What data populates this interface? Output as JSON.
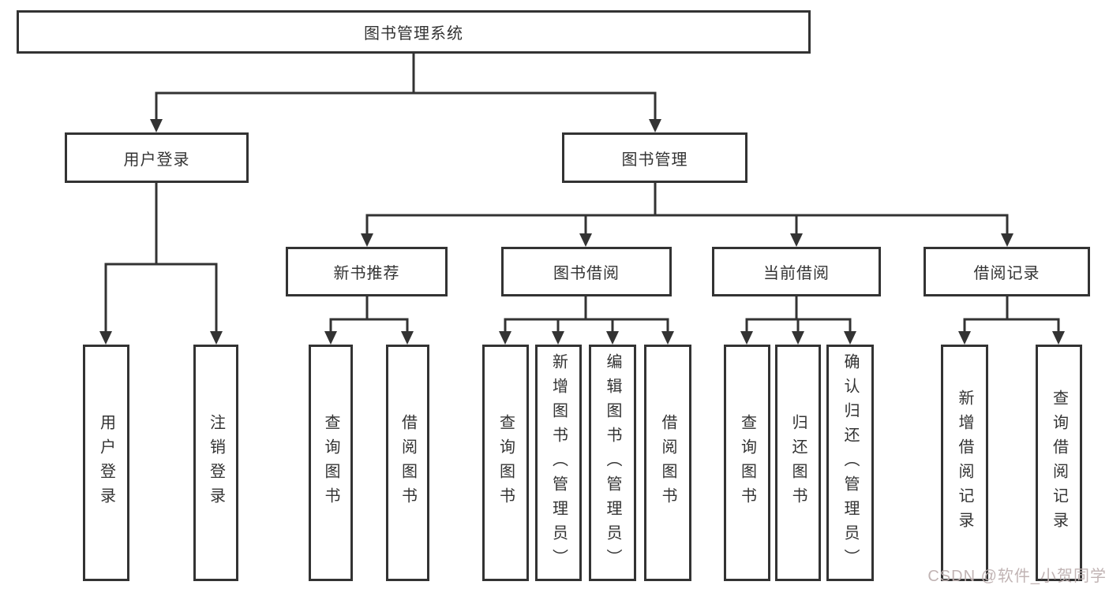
{
  "tree": {
    "root": {
      "label": "图书管理系统"
    },
    "branches": [
      {
        "label": "用户登录",
        "children": [
          {
            "label": "用户登录"
          },
          {
            "label": "注销登录"
          }
        ]
      },
      {
        "label": "图书管理",
        "children": [
          {
            "label": "新书推荐",
            "children": [
              {
                "label": "查询图书"
              },
              {
                "label": "借阅图书"
              }
            ]
          },
          {
            "label": "图书借阅",
            "children": [
              {
                "label": "查询图书"
              },
              {
                "label": "新增图书（管理员）"
              },
              {
                "label": "编辑图书（管理员）"
              },
              {
                "label": "借阅图书"
              }
            ]
          },
          {
            "label": "当前借阅",
            "children": [
              {
                "label": "查询图书"
              },
              {
                "label": "归还图书"
              },
              {
                "label": "确认归还（管理员）"
              }
            ]
          },
          {
            "label": "借阅记录",
            "children": [
              {
                "label": "新增借阅记录"
              },
              {
                "label": "查询借阅记录"
              }
            ]
          }
        ]
      }
    ]
  },
  "watermark": {
    "text": "CSDN @软件_小贺同学",
    "color": "#beb0b0"
  },
  "colors": {
    "line": "#333333",
    "box_border": "#333333",
    "box_fill": "#ffffff",
    "text": "#333333",
    "background": "#ffffff"
  }
}
